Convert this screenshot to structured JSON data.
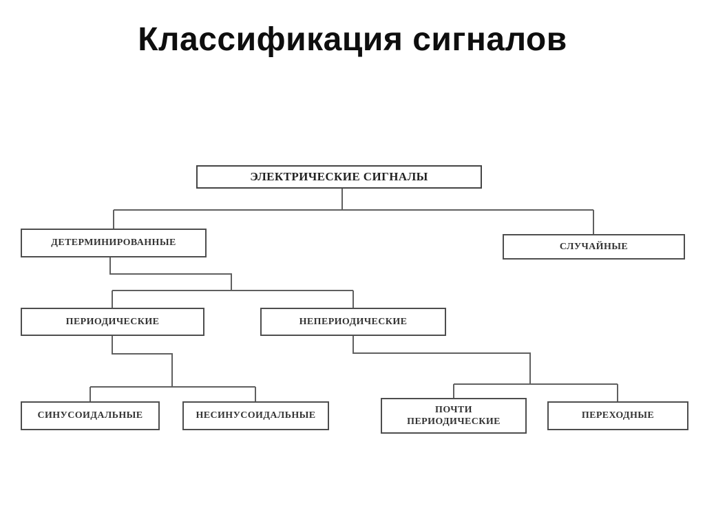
{
  "title": "Классификация сигналов",
  "nodes": {
    "root": "ЭЛЕКТРИЧЕСКИЕ СИГНАЛЫ",
    "deterministic": "ДЕТЕРМИНИРОВАННЫЕ",
    "random": "СЛУЧАЙНЫЕ",
    "periodic": "ПЕРИОДИЧЕСКИЕ",
    "nonperiodic": "НЕПЕРИОДИЧЕСКИЕ",
    "sinusoidal": "СИНУСОИДАЛЬНЫЕ",
    "nonsinusoidal": "НЕСИНУСОИДАЛЬНЫЕ",
    "almost_periodic": "ПОЧТИ ПЕРИОДИЧЕСКИЕ",
    "transient": "ПЕРЕХОДНЫЕ"
  }
}
